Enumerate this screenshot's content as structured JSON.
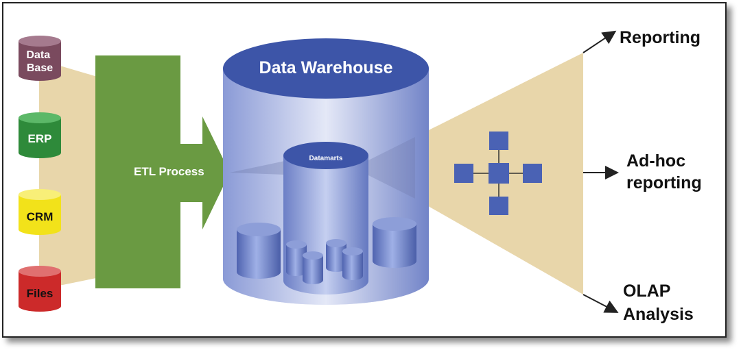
{
  "sources": [
    {
      "lines": [
        "Data",
        "Base"
      ],
      "color": "#7a4a5e"
    },
    {
      "lines": [
        "ERP"
      ],
      "color": "#2e8a3a"
    },
    {
      "lines": [
        "CRM"
      ],
      "color": "#f2e21a"
    },
    {
      "lines": [
        "Files"
      ],
      "color": "#cc2a2a"
    }
  ],
  "etl": {
    "label": "ETL Process"
  },
  "warehouse": {
    "title": "Data Warehouse",
    "datamarts_label": "Datamarts"
  },
  "outputs": [
    {
      "lines": [
        "Reporting"
      ]
    },
    {
      "lines": [
        "Ad-hoc",
        "reporting"
      ]
    },
    {
      "lines": [
        "OLAP",
        "Analysis"
      ]
    }
  ],
  "colors": {
    "funnel": "#e8d6aa",
    "etl": "#6a9a42",
    "warehouse_top": "#3d55a8",
    "warehouse_body": "#7a8fcf",
    "node": "#4a62b4"
  }
}
